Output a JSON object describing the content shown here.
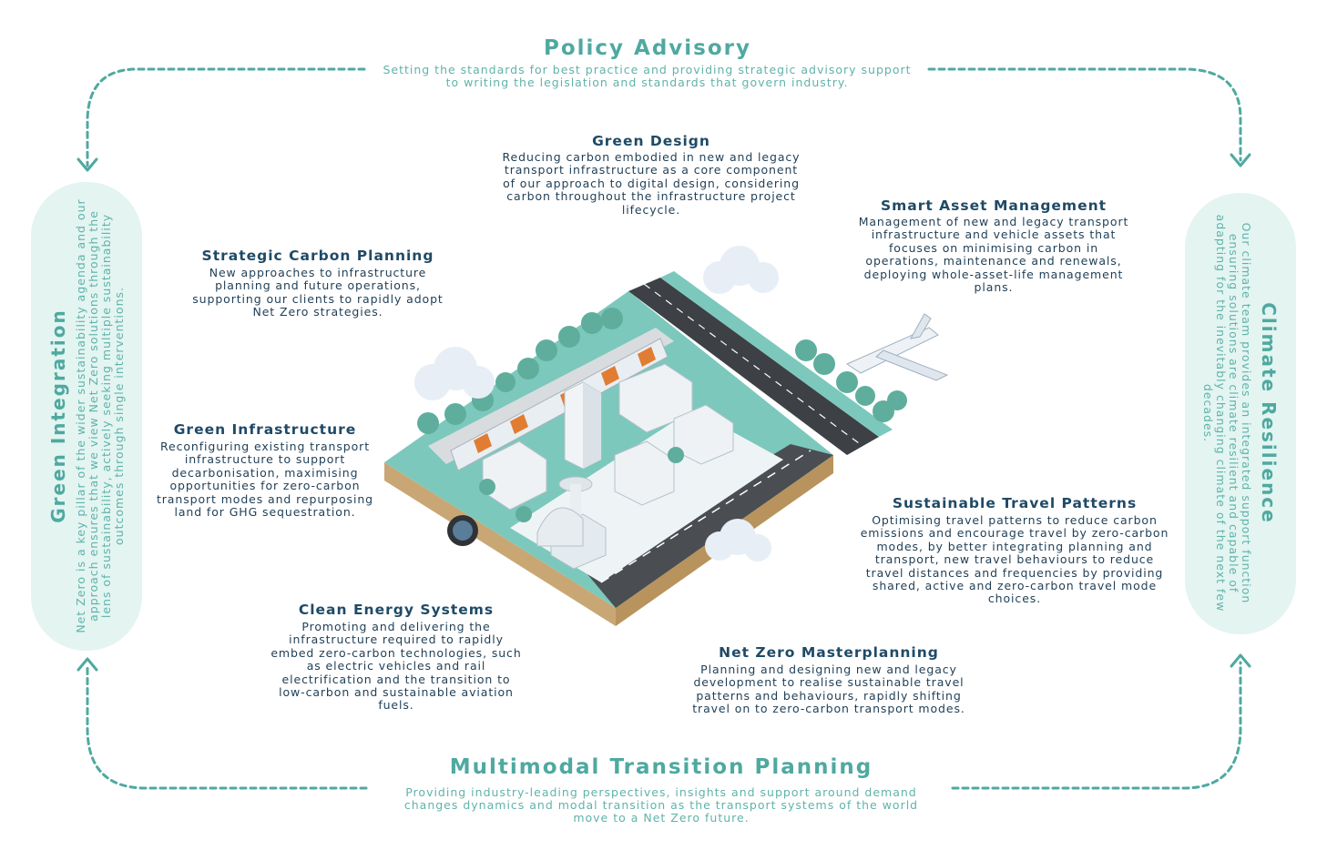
{
  "colors": {
    "teal": "#4fa9a0",
    "navy": "#1f4a66",
    "pill": "#e3f4f1",
    "ground": "#7cc8bd",
    "soil": "#c9a774"
  },
  "policy": {
    "title": "Policy Advisory",
    "body": "Setting the standards for best practice and providing strategic advisory support to writing the legislation and standards that govern industry."
  },
  "multimodal": {
    "title": "Multimodal Transition Planning",
    "body": "Providing industry-leading perspectives, insights and support around demand changes dynamics and modal transition as the transport systems of the world move to a Net Zero future."
  },
  "green_integration": {
    "title": "Green Integration",
    "body": "Net Zero is a key pillar of the wider sustainability agenda and our approach ensures that we view Net Zero solutions through the lens of sustainability, actively seeking multiple sustainability outcomes through single interventions."
  },
  "climate_resilience": {
    "title": "Climate Resilience",
    "body": "Our climate team provides an integrated support function ensuring solutions are climate resilient and capable of adapting for the inevitably changing climate of the next few decades."
  },
  "green_design": {
    "title": "Green Design",
    "body": "Reducing carbon embodied in new and legacy transport infrastructure as a core component of our approach to digital design, considering carbon throughout the infrastructure project lifecycle."
  },
  "smart_asset": {
    "title": "Smart Asset Management",
    "body": "Management of new and legacy transport infrastructure and vehicle assets that focuses on minimising carbon in operations, maintenance and renewals, deploying whole-asset-life management plans."
  },
  "strategic_carbon": {
    "title": "Strategic Carbon Planning",
    "body": "New approaches to infrastructure planning and future operations, supporting our clients to rapidly adopt Net Zero strategies."
  },
  "green_infrastructure": {
    "title": "Green Infrastructure",
    "body": "Reconfiguring existing transport infrastructure to support decarbonisation, maximising opportunities for zero-carbon transport modes and repurposing land for GHG sequestration."
  },
  "sustainable_travel": {
    "title": "Sustainable Travel Patterns",
    "body": "Optimising travel patterns to reduce carbon emissions and encourage travel by zero-carbon modes, by better integrating planning and transport, new travel behaviours to reduce travel distances and frequencies by providing shared, active and zero-carbon travel mode choices."
  },
  "clean_energy": {
    "title": "Clean Energy Systems",
    "body": "Promoting and delivering the infrastructure required to rapidly embed zero-carbon technologies, such as electric vehicles and rail electrification and the transition to low-carbon and sustainable aviation fuels."
  },
  "net_zero_master": {
    "title": "Net Zero Masterplanning",
    "body": "Planning and designing new and legacy development to realise sustainable travel patterns and behaviours, rapidly shifting travel on to zero-carbon transport modes."
  },
  "icons": [
    "arrow-chevron-icon",
    "cloud-icon",
    "airplane-icon",
    "tree-icon",
    "train-icon",
    "tunnel-icon"
  ]
}
